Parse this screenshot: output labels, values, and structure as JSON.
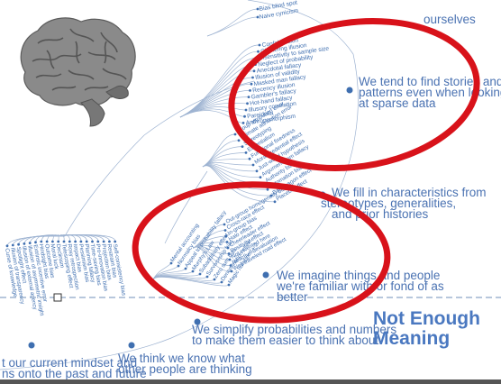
{
  "header_fragment": "ourselves",
  "top_biases": [
    "Bias blind spot",
    "Naive cynicism"
  ],
  "stories_biases": [
    "Confabulation",
    "Clustering illusion",
    "Insensitivity to sample size",
    "Neglect of probability",
    "Anecdotal fallacy",
    "Illusion of validity",
    "Masked man fallacy",
    "Recency illusion",
    "Gambler's fallacy",
    "Hot-hand fallacy",
    "Illusory correlation",
    "Pareidolia",
    "Anthropomorphism"
  ],
  "fill_biases_a": [
    "Group attribution error",
    "Ultimate attribution error",
    "Stereotyping",
    "Essentialism",
    "Functional fixedness",
    "Moral credential effect",
    "Just-world hypothesis",
    "Argument from fallacy",
    "Authority bias",
    "Automation bias",
    "Bandwagon effect",
    "Placebo effect"
  ],
  "fill_biases_b": [
    "Out-group homogeneity bias",
    "Cross-race effect",
    "In-group bias",
    "Halo effect",
    "Cheerleader effect",
    "Positivity effect",
    "Not invented here",
    "Reactive devaluation",
    "Well-traveled road effect"
  ],
  "simplify_biases": [
    "Mental accounting",
    "Normalcy bias",
    "Appeal to probability fallacy",
    "Murphy's Law",
    "Subadditivity effect",
    "Survivorship bias",
    "Zero sum bias",
    "Denomination effect",
    "Magic number 7+-2"
  ],
  "left_biases": [
    "Curse of knowledge",
    "Illusion of transparency",
    "Spotlight effect",
    "Illusion of external agency",
    "Illusion of asymmetric insight",
    "Extrinsic incentive error",
    "Hindsight bias",
    "Outcome bias",
    "Moral luck",
    "Declinism",
    "Telescoping effect",
    "Rosy retrospection",
    "Impact bias",
    "Pessimism bias",
    "Planning fallacy",
    "Time-saving bias",
    "Pro-innovation bias",
    "Projection bias",
    "Restraint bias",
    "Self-consistency bias"
  ],
  "categories": {
    "stories": [
      "We tend to find stories and",
      "patterns even when looking",
      "at sparse data"
    ],
    "fill": [
      "We fill in characteristics from",
      "stereotypes, generalities,",
      "and prior histories"
    ],
    "imagine": [
      "We imagine things and people",
      "we're familiar with or fond of as",
      "better"
    ],
    "simplify": [
      "We simplify probabilities and numbers",
      "to make them easier to think about"
    ],
    "think_know": [
      "We think we know what",
      "other people are thinking"
    ],
    "project": [
      "t our current mindset and",
      "ns onto the past and future"
    ]
  },
  "section_title": [
    "Not Enough",
    "Meaning"
  ],
  "colors": {
    "accent": "#3f6fb0",
    "title": "#4a78c0",
    "highlight": "#d8121a",
    "line": "#9fb4d2",
    "brain": "#7e7e7e"
  },
  "icons": {
    "brain": "brain-icon"
  }
}
